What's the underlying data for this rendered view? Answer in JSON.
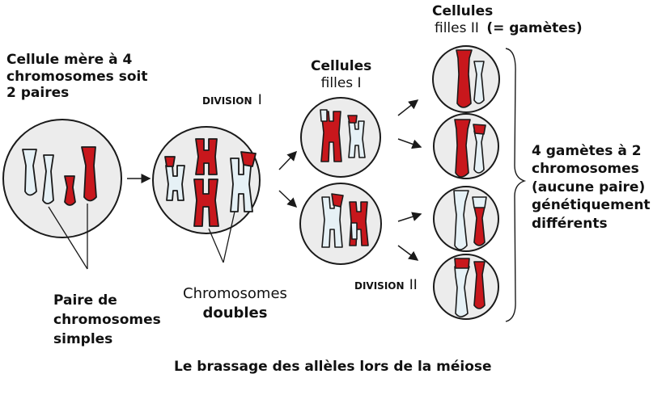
{
  "labels": {
    "cellule_mere": [
      "Cellule mère à 4",
      "chromosomes soit",
      "2 paires"
    ],
    "division_1": "DIVISION",
    "division_1_num": "I",
    "cellules_filles_1": [
      "Cellules",
      "filles I"
    ],
    "cellules_filles_2": [
      "Cellules",
      "filles II"
    ],
    "gametes_eq": "(= gamètes)",
    "gametes_desc": [
      "4 gamètes à 2",
      "chromosomes",
      "(aucune paire)",
      "génétiquement",
      "différents"
    ],
    "division_2": "DIVISION",
    "division_2_num": "II",
    "paire_simples": [
      "Paire de",
      "chromosomes",
      "simples"
    ],
    "chromosomes_doubles": [
      "Chromosomes",
      "doubles"
    ],
    "caption": "Le brassage des allèles lors de la méiose"
  },
  "colors": {
    "red": "#c8171c",
    "light_blue": "#e6f1f6",
    "cell_fill": "#ececec",
    "outline": "#1a1a1a"
  }
}
